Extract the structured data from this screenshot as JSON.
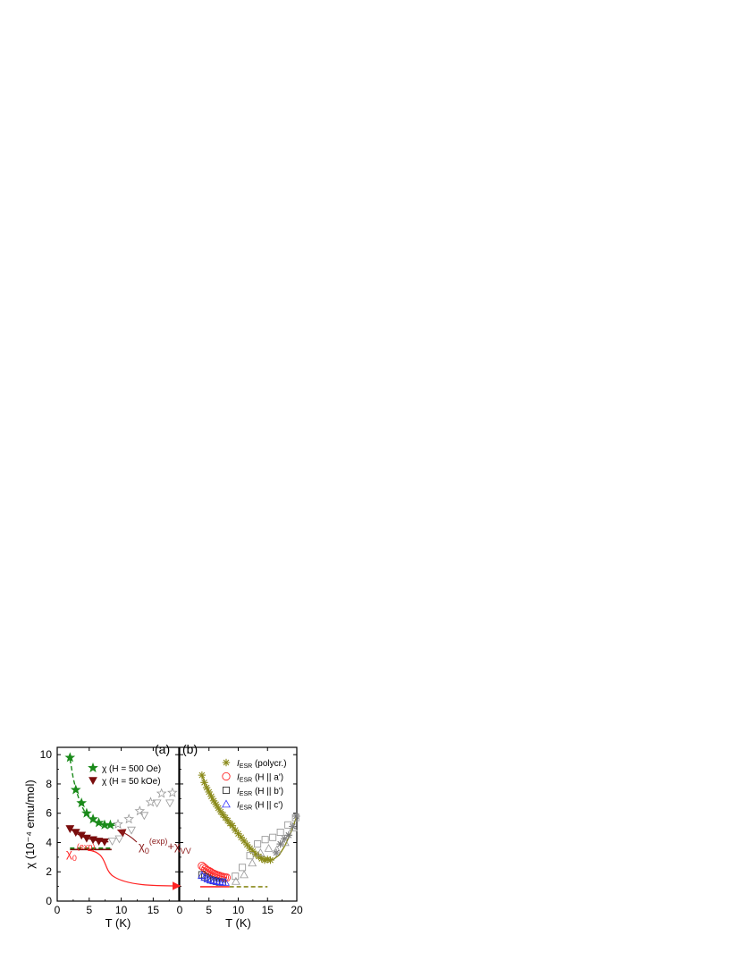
{
  "chart_data": [
    {
      "panel": "(a)",
      "type": "scatter",
      "xlabel": "T (K)",
      "ylabel": "χ (10⁻⁴ emu/mol)",
      "xlim": [
        0,
        19
      ],
      "ylim": [
        0,
        10.5
      ],
      "xticks": [
        0,
        5,
        10,
        15
      ],
      "yticks": [
        0,
        2,
        4,
        6,
        8,
        10
      ],
      "legend_position": "top-right",
      "series": [
        {
          "name": "χ (H = 500 Oe)",
          "marker": "star",
          "color": "#1a8a1a",
          "filled": true,
          "x": [
            2,
            2.9,
            3.8,
            4.6,
            5.6,
            6.5,
            7.4,
            8.3
          ],
          "y": [
            9.8,
            7.6,
            6.7,
            6.0,
            5.6,
            5.35,
            5.2,
            5.2
          ]
        },
        {
          "name": "",
          "marker": "star",
          "color": "#999999",
          "filled": false,
          "x": [
            9.5,
            11.2,
            12.9,
            14.6,
            16.3,
            18
          ],
          "y": [
            5.25,
            5.6,
            6.15,
            6.75,
            7.35,
            7.4
          ]
        },
        {
          "name": "χ (H = 50 kOe)",
          "marker": "triangle-down",
          "color": "#7a0d0d",
          "filled": true,
          "x": [
            2,
            2.9,
            3.8,
            4.6,
            5.6,
            6.5,
            7.4
          ],
          "y": [
            4.95,
            4.7,
            4.5,
            4.3,
            4.2,
            4.1,
            4.05
          ]
        },
        {
          "name": "",
          "marker": "triangle-down",
          "color": "#999999",
          "filled": false,
          "x": [
            8.6,
            9.7,
            11.6,
            13.6,
            15.6,
            17.6
          ],
          "y": [
            4.1,
            4.25,
            4.85,
            5.85,
            6.7,
            6.7
          ]
        }
      ],
      "fit_curves": [
        {
          "style": "dashed",
          "color": "#1a8a1a",
          "x": [
            2,
            2.5,
            3,
            3.5,
            4,
            4.5,
            5,
            5.5,
            6,
            6.5,
            7,
            7.5,
            8,
            8.5,
            9
          ],
          "y": [
            9.7,
            8.4,
            7.5,
            6.85,
            6.35,
            5.95,
            5.7,
            5.5,
            5.35,
            5.25,
            5.2,
            5.17,
            5.16,
            5.16,
            5.16
          ]
        },
        {
          "style": "solid",
          "color": "#7a0d0d",
          "x": [
            2,
            3,
            4,
            5,
            6,
            7,
            8
          ],
          "y": [
            4.95,
            4.62,
            4.4,
            4.25,
            4.15,
            4.08,
            4.05
          ]
        }
      ],
      "reference_lines": [
        {
          "style": "solid",
          "color": "#7a0d0d",
          "y": 3.52,
          "x": [
            2,
            8.5
          ]
        },
        {
          "style": "dashed",
          "color": "#1a8a1a",
          "y": 3.62,
          "x": [
            2,
            8.5
          ]
        }
      ],
      "annotations": {
        "label1_main": "χ",
        "label1_sub": "0",
        "label1_sup": "(exp)",
        "label1_plus": "+χ",
        "label1_sub2": "VV",
        "label2_main": "χ",
        "label2_sub": "0",
        "label2_sup": "(exp)"
      }
    },
    {
      "panel": "(b)",
      "type": "scatter",
      "xlabel": "T (K)",
      "xlim": [
        0,
        20
      ],
      "ylim": [
        0,
        10.5
      ],
      "xticks": [
        0,
        5,
        10,
        15,
        20
      ],
      "legend_position": "top-right",
      "series": [
        {
          "name_main": "I",
          "name_sub": "ESR",
          "name_rest": " (polycr.)",
          "marker": "asterisk",
          "color": "#8a8a1a",
          "filled": true,
          "x": [
            3.8,
            4.2,
            4.6,
            5.0,
            5.4,
            5.8,
            6.2,
            6.6,
            7.0,
            7.4,
            7.8,
            8.2,
            8.6,
            9.0,
            9.5,
            10.0,
            10.5,
            11.0,
            11.5,
            12.0,
            12.5,
            13.0,
            13.5,
            14.0,
            14.5,
            15.0,
            15.5
          ],
          "y": [
            8.6,
            8.1,
            7.75,
            7.45,
            7.15,
            6.85,
            6.6,
            6.35,
            6.1,
            5.9,
            5.7,
            5.5,
            5.3,
            5.15,
            4.85,
            4.6,
            4.35,
            4.1,
            3.85,
            3.6,
            3.4,
            3.2,
            3.05,
            2.9,
            2.8,
            2.85,
            2.8
          ]
        },
        {
          "name": "",
          "marker": "asterisk",
          "color": "#777777",
          "filled": false,
          "x": [
            16.5,
            17.2,
            17.9,
            18.6,
            19.3,
            19.9
          ],
          "y": [
            3.3,
            3.9,
            4.25,
            4.5,
            5.1,
            5.8
          ]
        },
        {
          "name_main": "I",
          "name_sub": "ESR",
          "name_rest": " (H || a')",
          "marker": "circle",
          "color": "#ff2a2a",
          "filled": false,
          "x": [
            3.8,
            4.1,
            4.4,
            4.7,
            5.0,
            5.3,
            5.6,
            5.9,
            6.2,
            6.5,
            6.8,
            7.1,
            7.4,
            7.7,
            8.0
          ],
          "y": [
            2.4,
            2.3,
            2.2,
            2.1,
            2.05,
            1.98,
            1.9,
            1.85,
            1.8,
            1.75,
            1.72,
            1.68,
            1.65,
            1.62,
            1.6
          ]
        },
        {
          "name_main": "I",
          "name_sub": "ESR",
          "name_rest": " (H || b')",
          "marker": "square",
          "color": "#333333",
          "filled": false,
          "x": [
            3.8,
            4.3,
            4.8,
            5.3,
            5.8,
            6.3,
            6.8,
            7.3
          ],
          "y": [
            1.8,
            1.65,
            1.55,
            1.45,
            1.4,
            1.35,
            1.3,
            1.3
          ]
        },
        {
          "name": "",
          "marker": "square",
          "color": "#999999",
          "filled": false,
          "x": [
            9.5,
            10.7,
            12.0,
            13.3,
            14.6,
            15.9,
            17.2,
            18.5,
            19.8
          ],
          "y": [
            1.7,
            2.3,
            3.1,
            3.9,
            4.2,
            4.35,
            4.7,
            5.2,
            5.7
          ]
        },
        {
          "name_main": "I",
          "name_sub": "ESR",
          "name_rest": " (H || c')",
          "marker": "triangle-up",
          "color": "#3333ff",
          "filled": false,
          "x": [
            3.8,
            4.3,
            4.8,
            5.3,
            5.8,
            6.3,
            6.8,
            7.3,
            7.8
          ],
          "y": [
            1.75,
            1.62,
            1.52,
            1.45,
            1.4,
            1.36,
            1.33,
            1.3,
            1.28
          ]
        },
        {
          "name": "",
          "marker": "triangle-up",
          "color": "#999999",
          "filled": false,
          "x": [
            9.6,
            11.0,
            12.4,
            13.8,
            15.2,
            16.6,
            18.0,
            19.4
          ],
          "y": [
            1.35,
            1.8,
            2.6,
            3.3,
            3.6,
            3.5,
            4.0,
            5.0
          ]
        }
      ],
      "fit_curves": [
        {
          "style": "solid",
          "color": "#8a8a1a",
          "x": [
            3.8,
            5,
            6,
            7,
            8,
            9,
            10,
            11,
            12,
            13,
            14,
            15,
            16,
            17,
            18,
            19,
            20
          ],
          "y": [
            8.55,
            7.45,
            6.75,
            6.1,
            5.55,
            5.1,
            4.6,
            4.1,
            3.65,
            3.25,
            2.95,
            2.8,
            2.85,
            3.15,
            3.8,
            4.7,
            5.8
          ]
        },
        {
          "style": "solid",
          "color": "#ff2a2a",
          "x": [
            3.8,
            4.5,
            5,
            5.5,
            6,
            6.5,
            7,
            7.5,
            8
          ],
          "y": [
            2.35,
            2.15,
            2.02,
            1.92,
            1.84,
            1.77,
            1.7,
            1.65,
            1.6
          ]
        }
      ],
      "reference_lines": [
        {
          "style": "solid",
          "color": "#ff2a2a",
          "y": 0.98,
          "x": [
            3.5,
            8.5
          ]
        },
        {
          "style": "dashed",
          "color": "#8a8a1a",
          "y": 0.98,
          "x": [
            8.5,
            15
          ]
        }
      ]
    }
  ],
  "panel_a_label": "(a)",
  "panel_b_label": "(b)"
}
